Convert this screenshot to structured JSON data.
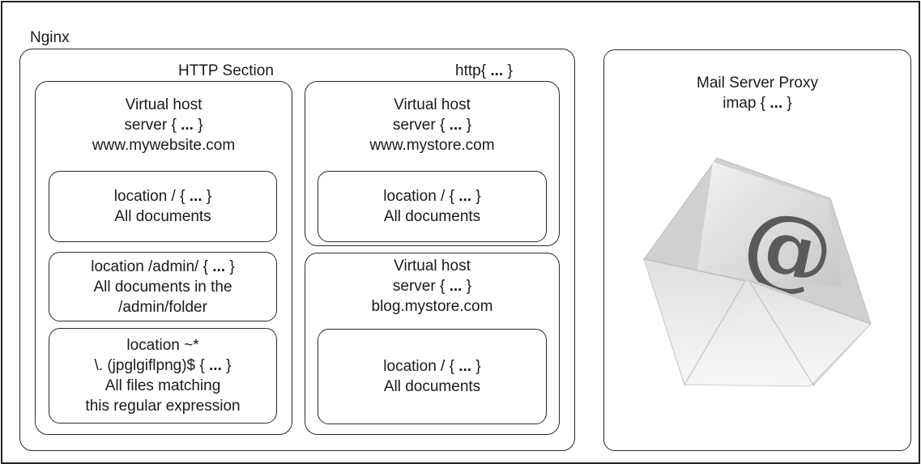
{
  "outer_label": "Nginx",
  "http": {
    "section_label": "HTTP Section",
    "block_label": "http{ ... }"
  },
  "vhost1": {
    "lines": [
      "Virtual host",
      "server { ... }",
      "www.mywebsite.com"
    ],
    "locations": [
      {
        "lines": [
          "location / { ... }",
          "All documents"
        ]
      },
      {
        "lines": [
          "location  /admin/ { ... }",
          "All documents in the",
          "/admin/folder"
        ]
      },
      {
        "lines": [
          "location ~*",
          "\\. (jpglgiflpng)$ { ... }",
          "All files matching",
          "this regular expression"
        ]
      }
    ]
  },
  "vhost2": {
    "lines": [
      "Virtual host",
      "server { ... }",
      "www.mystore.com"
    ],
    "location": {
      "lines": [
        "location / { ... }",
        "All documents"
      ]
    }
  },
  "vhost3": {
    "lines": [
      "Virtual host",
      "server { ... }",
      "blog.mystore.com"
    ],
    "location": {
      "lines": [
        "location / { ... }",
        "All documents"
      ]
    }
  },
  "mail": {
    "lines": [
      "Mail Server Proxy",
      "imap { ... }"
    ],
    "icon": "envelope-at-icon"
  }
}
